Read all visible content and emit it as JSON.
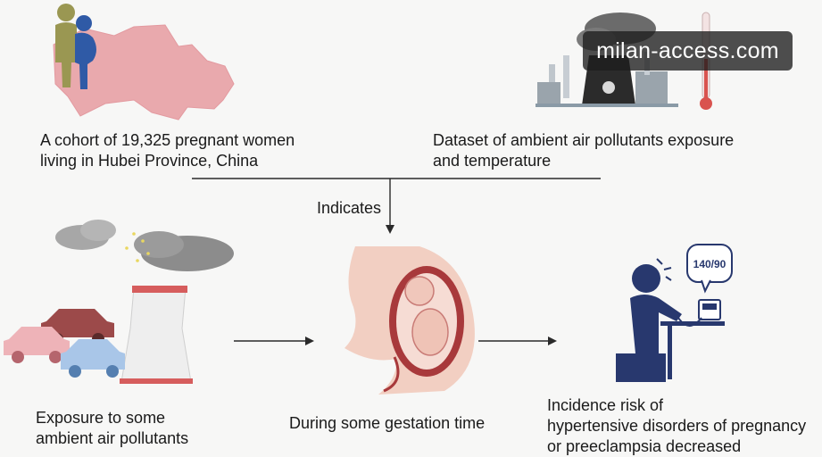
{
  "top_left": {
    "line1": "A cohort of 19,325 pregnant women",
    "line2": "living in Hubei Province, China"
  },
  "top_right": {
    "line1": "Dataset of ambient air pollutants exposure",
    "line2": "and temperature"
  },
  "connector_label": "Indicates",
  "bottom_left": {
    "line1": "Exposure to some",
    "line2": "ambient air pollutants"
  },
  "bottom_middle": "During some gestation time",
  "bottom_right": {
    "line1": "Incidence risk of",
    "line2": "hypertensive disorders of pregnancy",
    "line3": "or preeclampsia decreased"
  },
  "bp_reading": "140/90",
  "watermark": "milan-access.com"
}
